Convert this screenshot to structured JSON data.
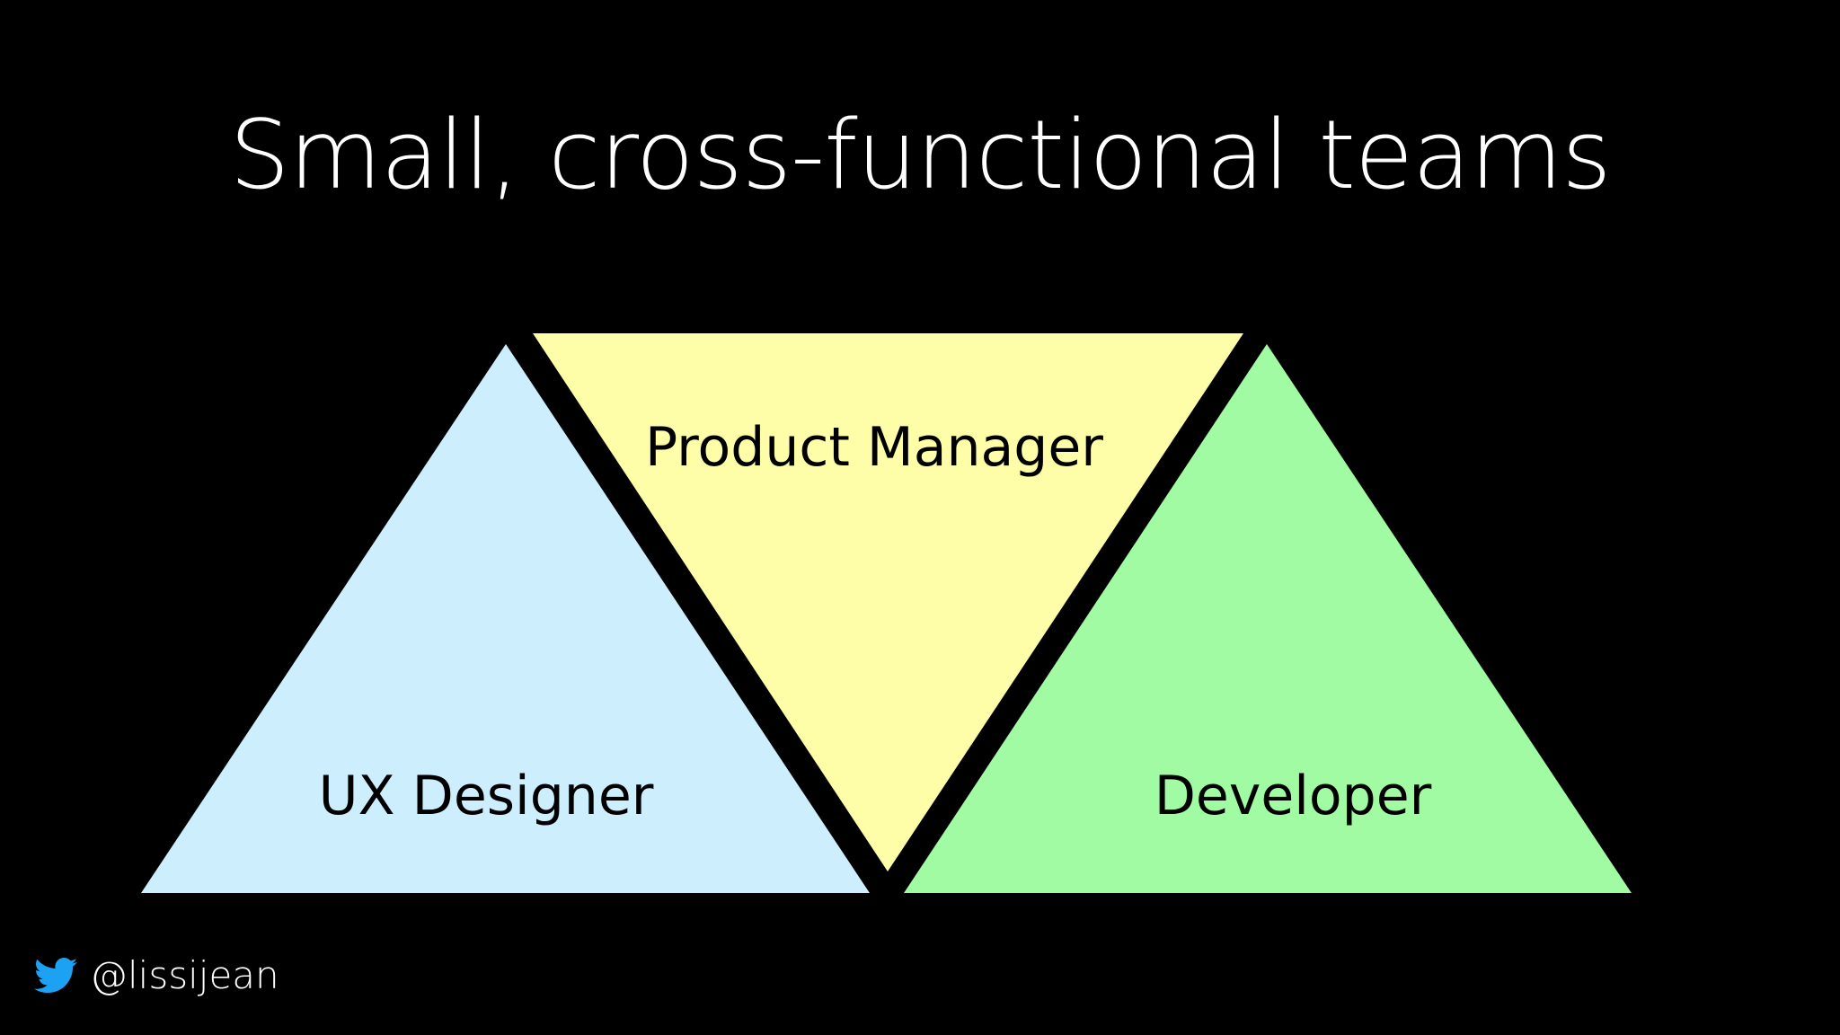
{
  "slide": {
    "title": "Small, cross-functional teams",
    "roles": {
      "ux_designer": {
        "label": "UX Designer",
        "color": "#cdeefd"
      },
      "product_manager": {
        "label": "Product Manager",
        "color": "#fefda8"
      },
      "developer": {
        "label": "Developer",
        "color": "#a1fba3"
      }
    },
    "background_color": "#000000",
    "footer": {
      "icon": "twitter-bird-icon",
      "icon_color": "#1da1f2",
      "handle": "@lissijean"
    }
  }
}
